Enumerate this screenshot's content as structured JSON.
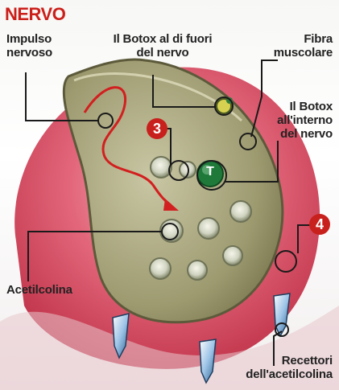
{
  "title": "NERVO",
  "labels": {
    "impulse_line1": "Impulso",
    "impulse_line2": "nervoso",
    "botox_outside_line1": "Il Botox al di fuori",
    "botox_outside_line2": "del nervo",
    "fiber_line1": "Fibra",
    "fiber_line2": "muscolare",
    "botox_inside_line1": "Il Botox",
    "botox_inside_line2": "all'interno",
    "botox_inside_line3": "del nervo",
    "acetylcholine": "Acetilcolina",
    "receptors_line1": "Recettori",
    "receptors_line2": "dell'acetilcolina"
  },
  "markers": {
    "step3": "3",
    "step4": "4",
    "toxin": "T"
  },
  "colors": {
    "title_red": "#cc1f1a",
    "badge_red": "#c8201c",
    "muscle_pink": "#d8334a",
    "nerve_olive": "#8f8d63",
    "toxin_green": "#1f7a3a"
  }
}
